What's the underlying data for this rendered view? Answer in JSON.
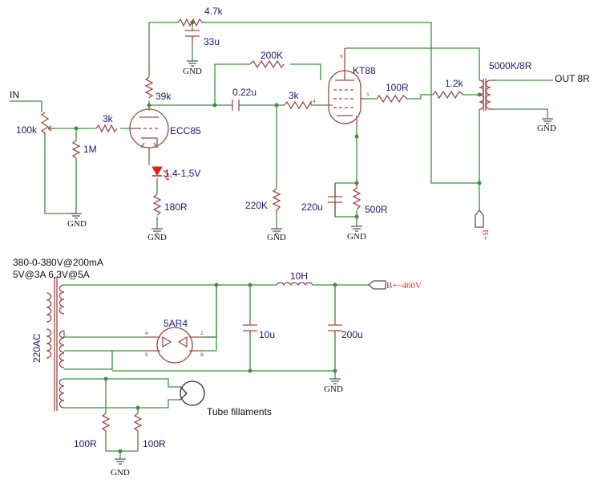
{
  "labels": {
    "input": "IN",
    "pot": "100k",
    "r_1m": "1M",
    "r_3k_in": "3k",
    "r_39k": "39k",
    "tube_preamp": "ECC85",
    "led": "1,4-1,5V",
    "r_180": "180R",
    "r_4k7": "4.7k",
    "c_33u": "33u",
    "r_200k": "200K",
    "c_022": "0.22u",
    "r_3k_grid": "3k",
    "r_220k": "220K",
    "tube_power": "KT88",
    "r_100r_g2": "100R",
    "r_1k2": "1.2k",
    "c_220u": "220u",
    "r_500r": "500R",
    "transformer_out": "5000K/8R",
    "output": "OUT 8R",
    "b_plus": "B+",
    "psu_spec_1": "380-0-380V@200mA",
    "psu_spec_2": "5V@3A 6,3V@5A",
    "mains": "220AC",
    "rectifier": "5AR4",
    "choke": "10H",
    "c_10u": "10u",
    "c_200u": "200u",
    "b_plus_supply": "B+~460V",
    "filaments": "Tube fillaments",
    "r_100r_left": "100R",
    "r_100r_right": "100R",
    "gnd": "GND"
  },
  "colors": {
    "wire": "#3f8f3f",
    "component": "#9b4a4a",
    "label": "#1a1a6e",
    "supply_label": "#c0392b",
    "led": "#e02020"
  }
}
